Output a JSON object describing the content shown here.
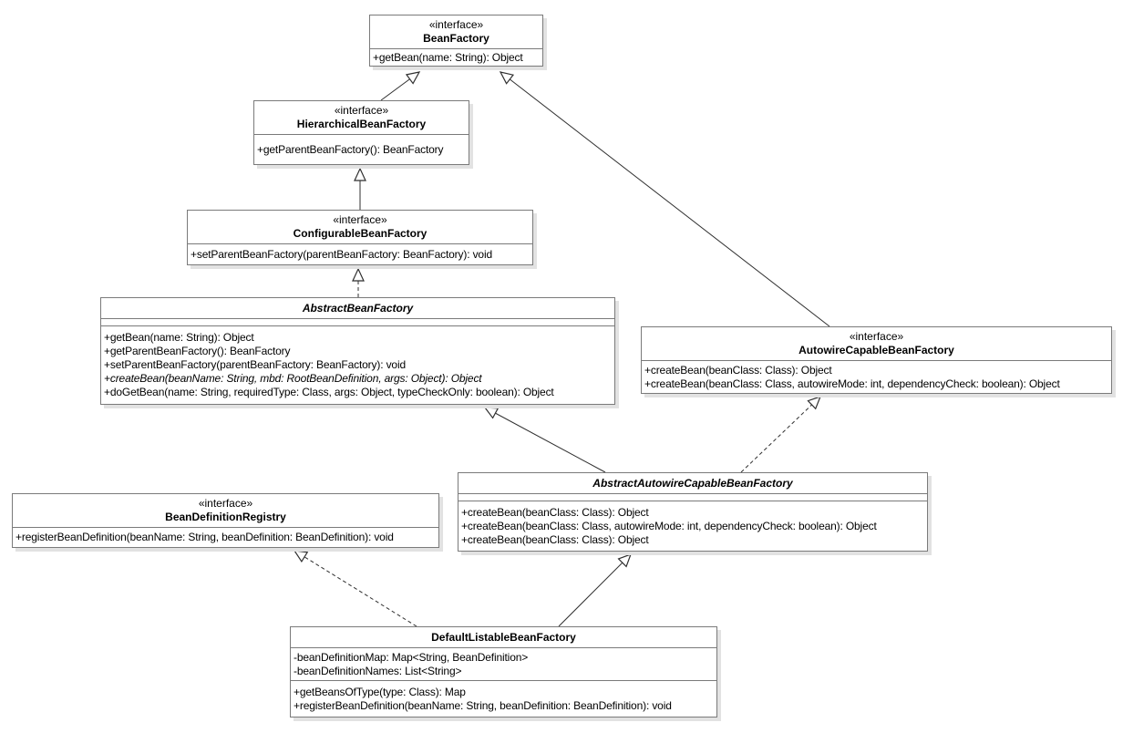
{
  "palette": {
    "background": "#ffffff",
    "box_fill": "#ffffff",
    "box_border": "#7a7a7a",
    "box_shadow": "#e2e2e2",
    "line_color": "#2f2f2f",
    "text_color": "#000000"
  },
  "classes": {
    "bean_factory": {
      "stereotype": "«interface»",
      "name": "BeanFactory",
      "attributes": [],
      "methods": [
        "+getBean(name: String): Object"
      ]
    },
    "hierarchical_bean_factory": {
      "stereotype": "«interface»",
      "name": "HierarchicalBeanFactory",
      "attributes": [],
      "methods": [
        "+getParentBeanFactory(): BeanFactory"
      ]
    },
    "configurable_bean_factory": {
      "stereotype": "«interface»",
      "name": "ConfigurableBeanFactory",
      "attributes": [],
      "methods": [
        "+setParentBeanFactory(parentBeanFactory: BeanFactory): void"
      ]
    },
    "abstract_bean_factory": {
      "name": "AbstractBeanFactory",
      "abstract": true,
      "attributes": [],
      "methods": [
        "+getBean(name: String): Object",
        "+getParentBeanFactory(): BeanFactory",
        "+setParentBeanFactory(parentBeanFactory: BeanFactory): void",
        "+createBean(beanName: String, mbd: RootBeanDefinition, args: Object): Object",
        "+doGetBean(name: String, requiredType: Class, args: Object, typeCheckOnly: boolean): Object"
      ],
      "abstract_method_indexes": [
        3
      ]
    },
    "autowire_capable_bean_factory": {
      "stereotype": "«interface»",
      "name": "AutowireCapableBeanFactory",
      "attributes": [],
      "methods": [
        "+createBean(beanClass: Class): Object",
        "+createBean(beanClass: Class, autowireMode: int, dependencyCheck: boolean): Object"
      ]
    },
    "abstract_autowire_capable_bean_factory": {
      "name": "AbstractAutowireCapableBeanFactory",
      "abstract": true,
      "attributes": [],
      "methods": [
        "+createBean(beanClass: Class): Object",
        "+createBean(beanClass: Class, autowireMode: int, dependencyCheck: boolean): Object",
        "+createBean(beanClass: Class): Object"
      ]
    },
    "bean_definition_registry": {
      "stereotype": "«interface»",
      "name": "BeanDefinitionRegistry",
      "attributes": [],
      "methods": [
        "+registerBeanDefinition(beanName: String, beanDefinition: BeanDefinition): void"
      ]
    },
    "default_listable_bean_factory": {
      "name": "DefaultListableBeanFactory",
      "attributes": [
        "-beanDefinitionMap: Map<String, BeanDefinition>",
        "-beanDefinitionNames: List<String>"
      ],
      "methods": [
        "+getBeansOfType(type: Class): Map",
        "+registerBeanDefinition(beanName: String, beanDefinition: BeanDefinition): void"
      ]
    }
  },
  "relations": [
    {
      "from": "HierarchicalBeanFactory",
      "to": "BeanFactory",
      "type": "generalization",
      "line": "solid"
    },
    {
      "from": "AutowireCapableBeanFactory",
      "to": "BeanFactory",
      "type": "generalization",
      "line": "solid"
    },
    {
      "from": "ConfigurableBeanFactory",
      "to": "HierarchicalBeanFactory",
      "type": "generalization",
      "line": "solid"
    },
    {
      "from": "AbstractBeanFactory",
      "to": "ConfigurableBeanFactory",
      "type": "realization",
      "line": "dashed"
    },
    {
      "from": "AbstractAutowireCapableBeanFactory",
      "to": "AbstractBeanFactory",
      "type": "generalization",
      "line": "solid"
    },
    {
      "from": "AbstractAutowireCapableBeanFactory",
      "to": "AutowireCapableBeanFactory",
      "type": "realization",
      "line": "dashed"
    },
    {
      "from": "DefaultListableBeanFactory",
      "to": "BeanDefinitionRegistry",
      "type": "realization",
      "line": "dashed"
    },
    {
      "from": "DefaultListableBeanFactory",
      "to": "AbstractAutowireCapableBeanFactory",
      "type": "generalization",
      "line": "solid"
    }
  ]
}
